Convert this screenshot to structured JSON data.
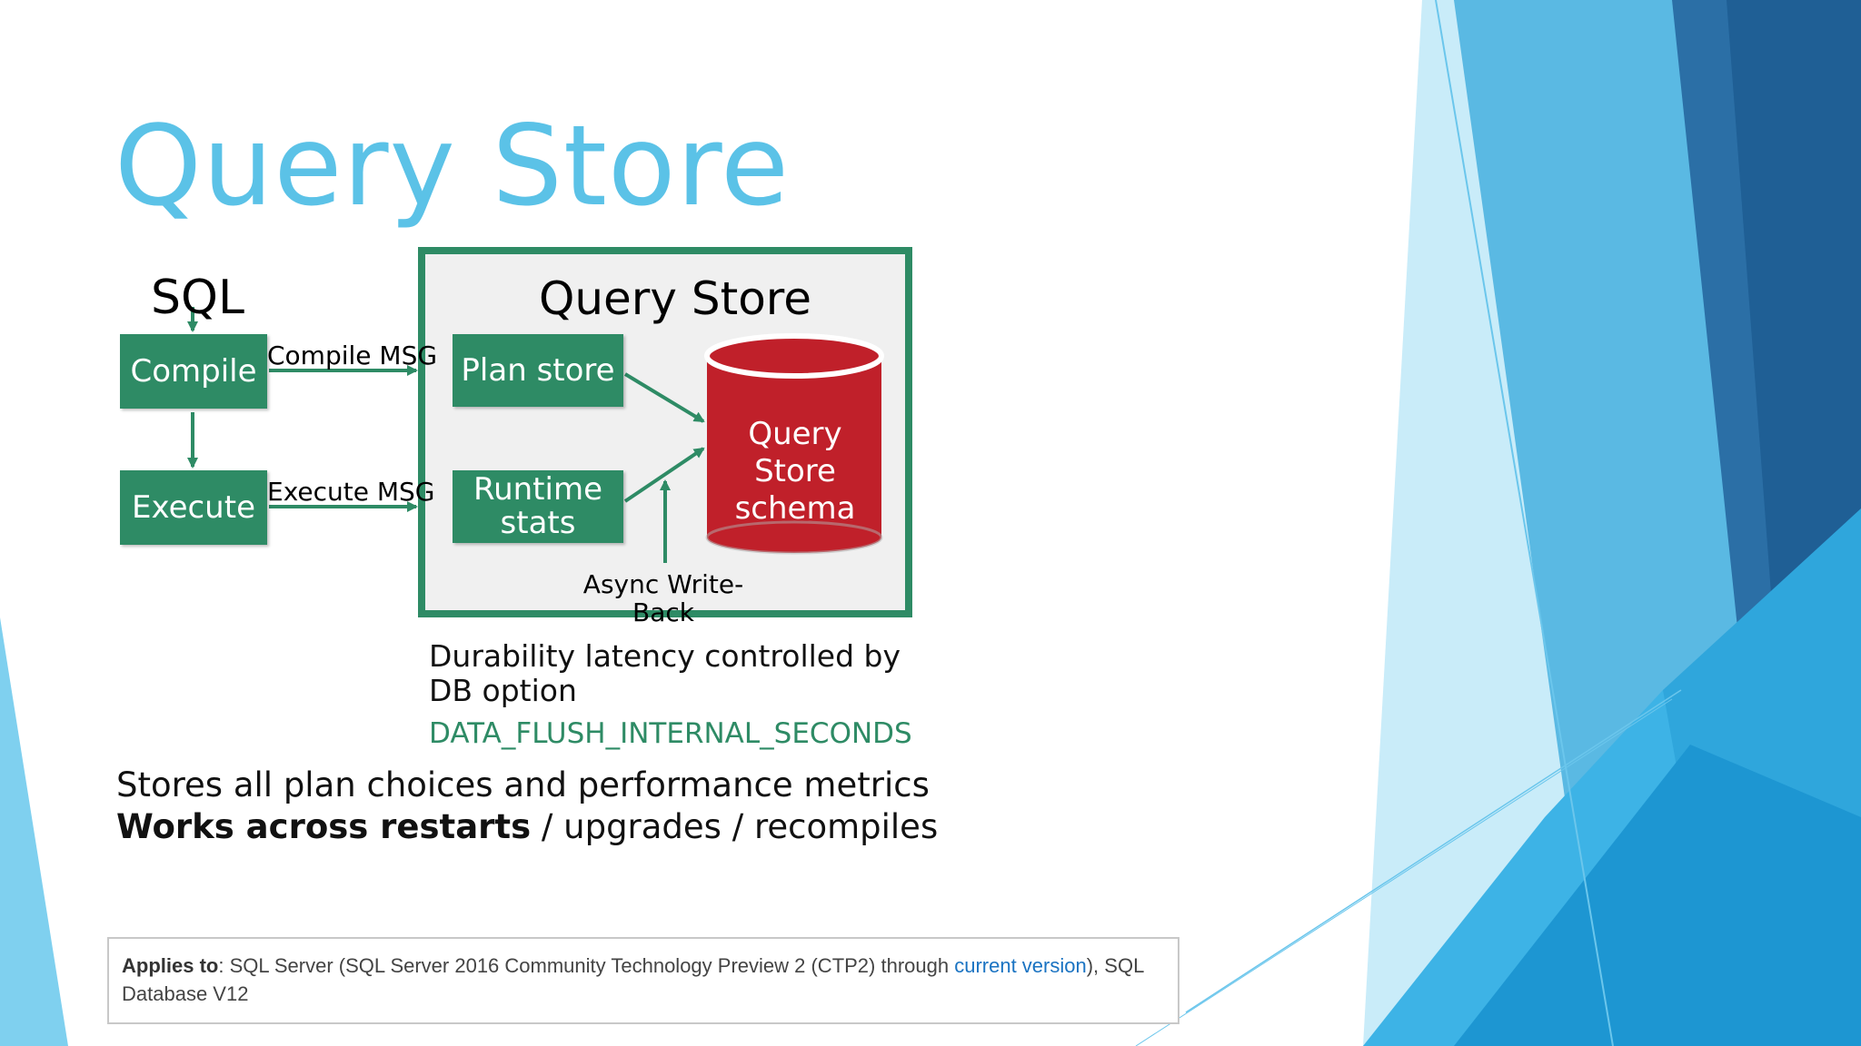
{
  "slide": {
    "title": "Query Store"
  },
  "diagram": {
    "sql_label": "SQL",
    "compile": "Compile",
    "execute": "Execute",
    "compile_msg": "Compile MSG",
    "execute_msg": "Execute MSG",
    "query_store_title": "Query Store",
    "plan_store": "Plan store",
    "runtime_stats": "Runtime stats",
    "schema_label": "Query Store schema",
    "async_label": "Async Write-Back",
    "colors": {
      "green": "#2e8b65",
      "red": "#c0202a",
      "title_blue": "#5bc2e7"
    }
  },
  "durability": {
    "text": "Durability latency controlled by DB option",
    "setting": "DATA_FLUSH_INTERNAL_SECONDS"
  },
  "bullets": {
    "line1": "Stores all plan choices and performance metrics",
    "line2_bold": "Works across restarts",
    "line2_rest": " / upgrades / recompiles"
  },
  "applies": {
    "label": "Applies to",
    "text_a": ": SQL Server (SQL Server 2016 Community Technology Preview 2 (CTP2) through ",
    "link": "current version",
    "text_b": "), SQL Database V12"
  }
}
